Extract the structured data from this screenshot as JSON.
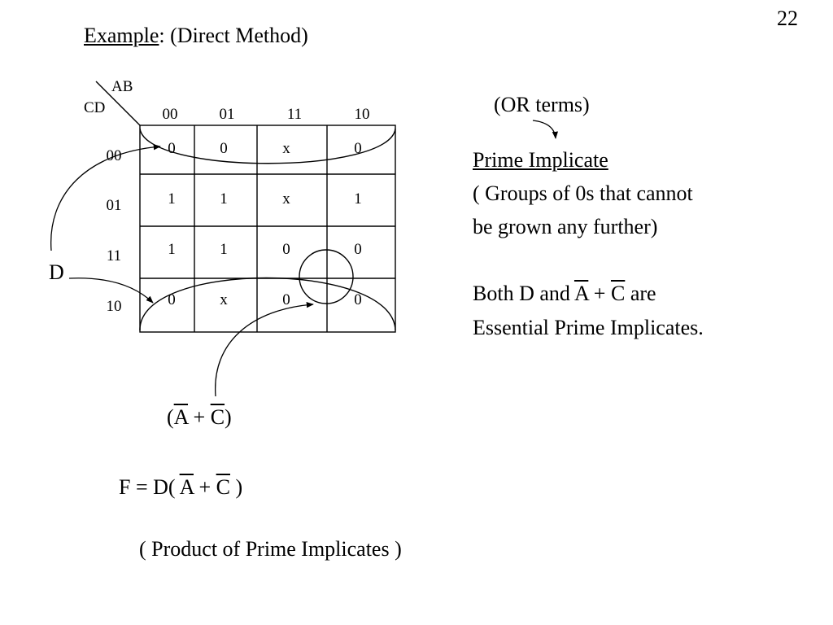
{
  "slide_number": "22",
  "heading": {
    "example_word": "Example",
    "rest": ":  (Direct Method)"
  },
  "kmap": {
    "ab_label": "AB",
    "cd_label": "CD",
    "col_headers": [
      "00",
      "01",
      "11",
      "10"
    ],
    "row_headers": [
      "00",
      "01",
      "11",
      "10"
    ],
    "cells": [
      [
        "0",
        "0",
        "x",
        "0"
      ],
      [
        "1",
        "1",
        "x",
        "1"
      ],
      [
        "1",
        "1",
        "0",
        "0"
      ],
      [
        "0",
        "x",
        "0",
        "0"
      ]
    ]
  },
  "annotations": {
    "d_label": "D",
    "group_label": {
      "open": "(",
      "a": "A",
      "plus": " + ",
      "c": "C",
      "close": ")"
    }
  },
  "right_panel": {
    "or_terms": "(OR terms)",
    "prime_title": "Prime Implicate",
    "desc_line1": "( Groups of 0s that cannot",
    "desc_line2": "be grown any further)",
    "both_prefix": "Both D and ",
    "both_a": "A",
    "both_plus": " + ",
    "both_c": "C",
    "both_suffix": " are",
    "essential": "Essential Prime Implicates."
  },
  "formula": {
    "prefix": "F =  D( ",
    "a": "A",
    "plus": " + ",
    "c": "C",
    "suffix": " )"
  },
  "footer": "( Product of Prime Implicates )"
}
